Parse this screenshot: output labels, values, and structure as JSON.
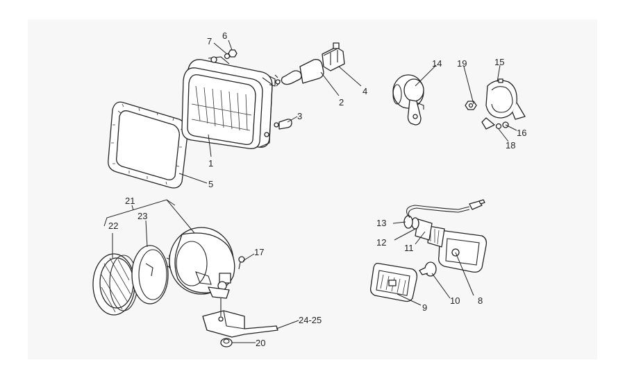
{
  "callouts": {
    "p1": "1",
    "p2": "2",
    "p3": "3",
    "p4": "4",
    "p5": "5",
    "p6": "6",
    "p7": "7",
    "p8": "8",
    "p9": "9",
    "p10": "10",
    "p11": "11",
    "p12": "12",
    "p13": "13",
    "p14": "14",
    "p15": "15",
    "p16": "16",
    "p17": "17",
    "p18": "18",
    "p19": "19",
    "p20": "20",
    "p21": "21",
    "p22": "22",
    "p23": "23",
    "p24_25": "24-25"
  }
}
